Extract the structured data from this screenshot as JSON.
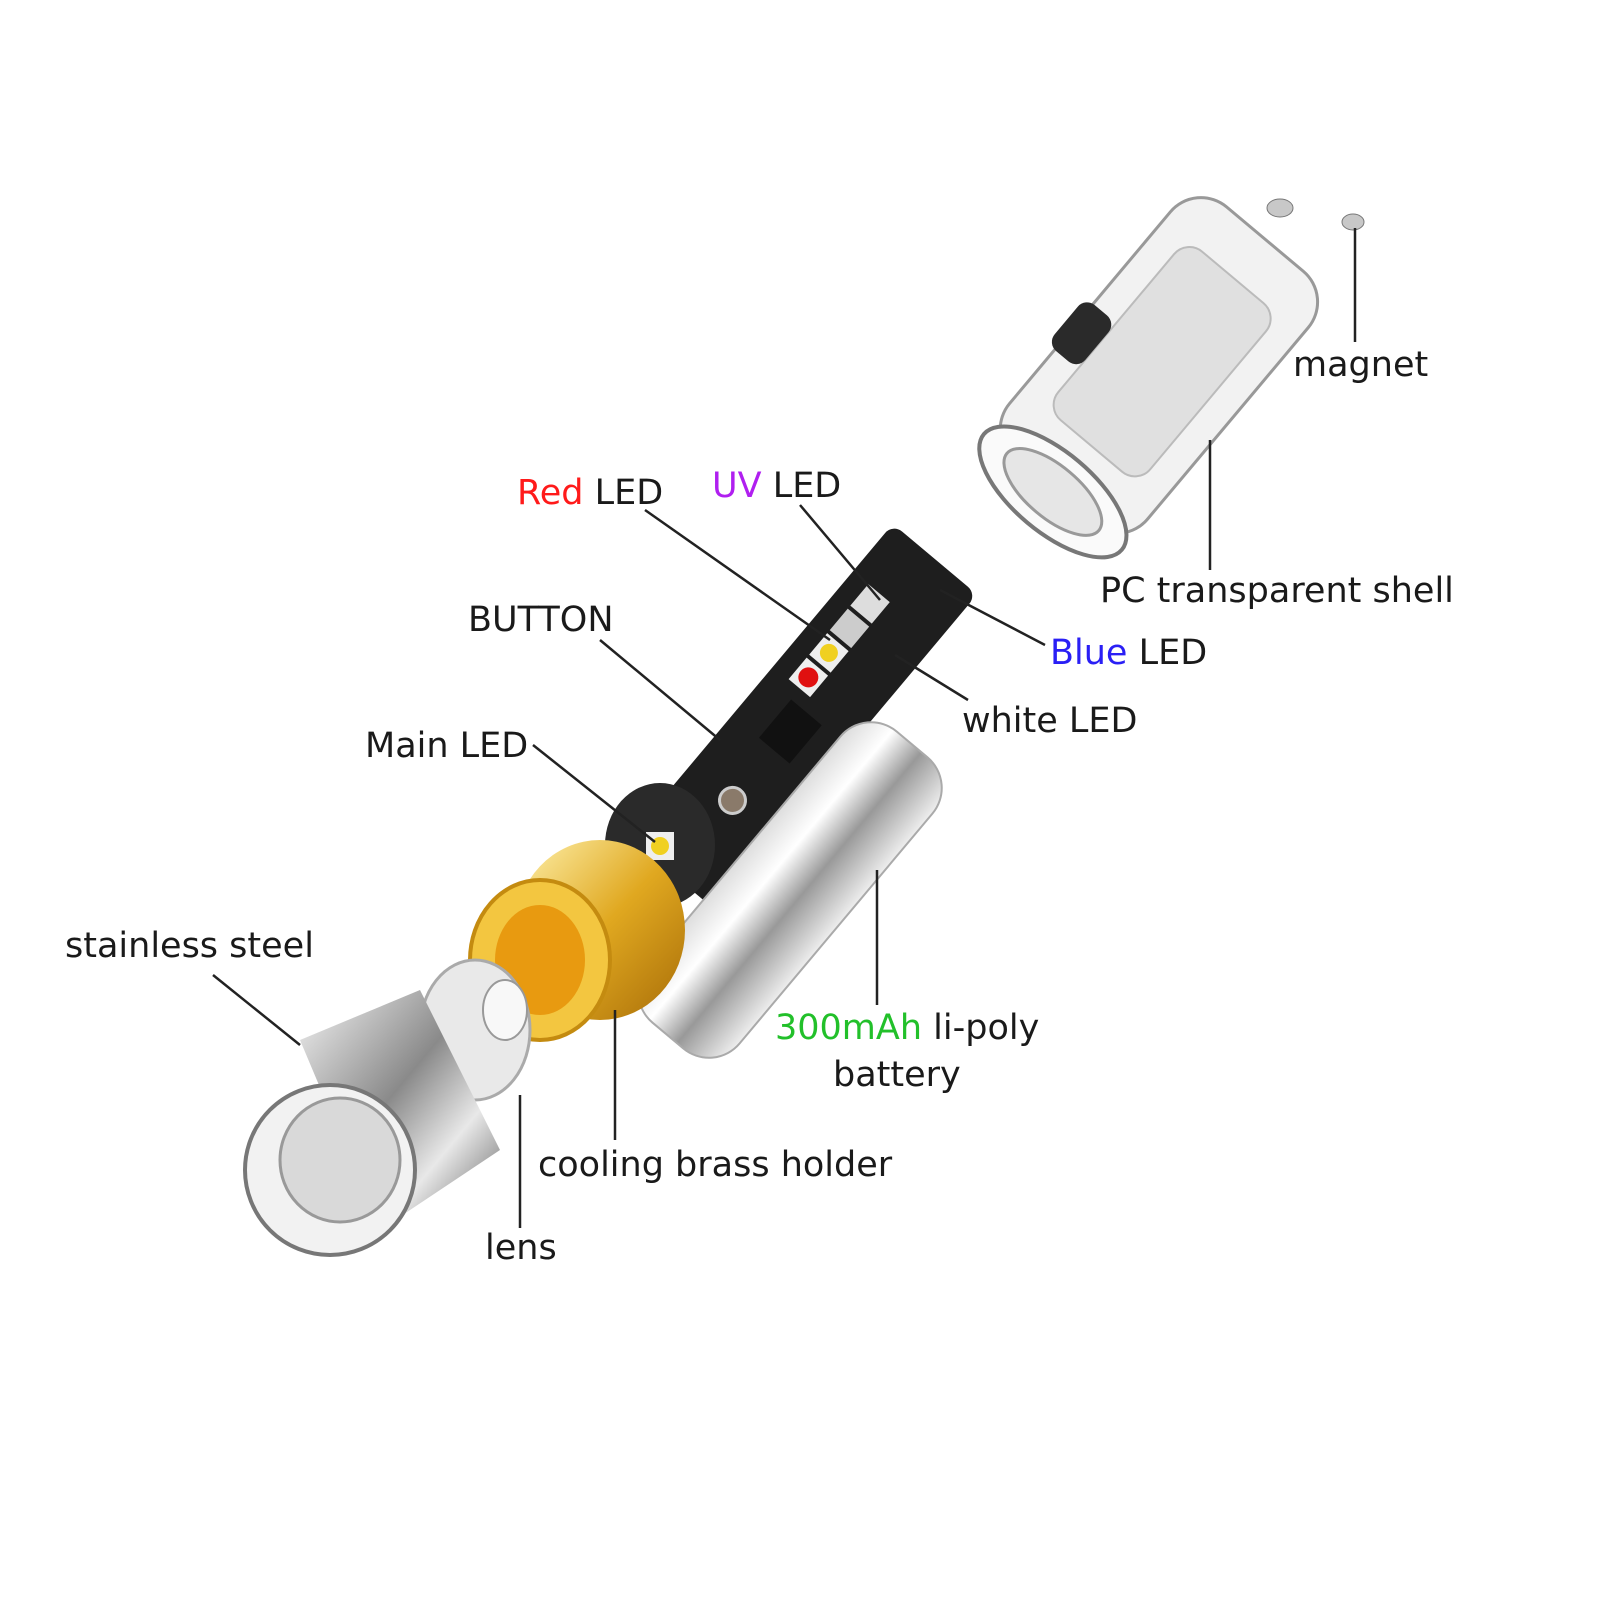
{
  "colors": {
    "red": "#ff1a1a",
    "uv": "#b01ff0",
    "blue": "#2a1ff5",
    "green": "#22c02a",
    "text": "#1a1a1a",
    "brass": "#e0a820",
    "pcb": "#1e1e1e"
  },
  "labels": {
    "magnet": "magnet",
    "shell": "PC transparent shell",
    "red_led": {
      "color_word": "Red",
      "rest": " LED"
    },
    "uv_led": {
      "color_word": "UV",
      "rest": " LED"
    },
    "blue_led": {
      "color_word": "Blue",
      "rest": " LED"
    },
    "white_led": "white LED",
    "button": "BUTTON",
    "main_led": "Main LED",
    "stainless": "stainless steel",
    "battery": {
      "capacity": "300mAh",
      "rest": " li-poly",
      "line2": "battery"
    },
    "brass": "cooling brass holder",
    "lens": "lens"
  }
}
